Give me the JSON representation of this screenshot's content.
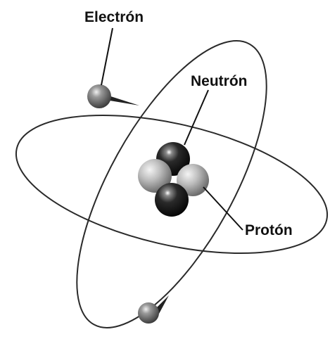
{
  "diagram": {
    "labels": {
      "electron": "Electrón",
      "neutron": "Neutrón",
      "proton": "Protón"
    },
    "particles": {
      "electrons": 2,
      "neutrons": 2,
      "protons": 2
    },
    "colors": {
      "orbit": "#2a2a2a",
      "electron": "#6e6e6e",
      "neutron": "#141414",
      "proton": "#a9a9a9",
      "label": "#111111"
    }
  }
}
